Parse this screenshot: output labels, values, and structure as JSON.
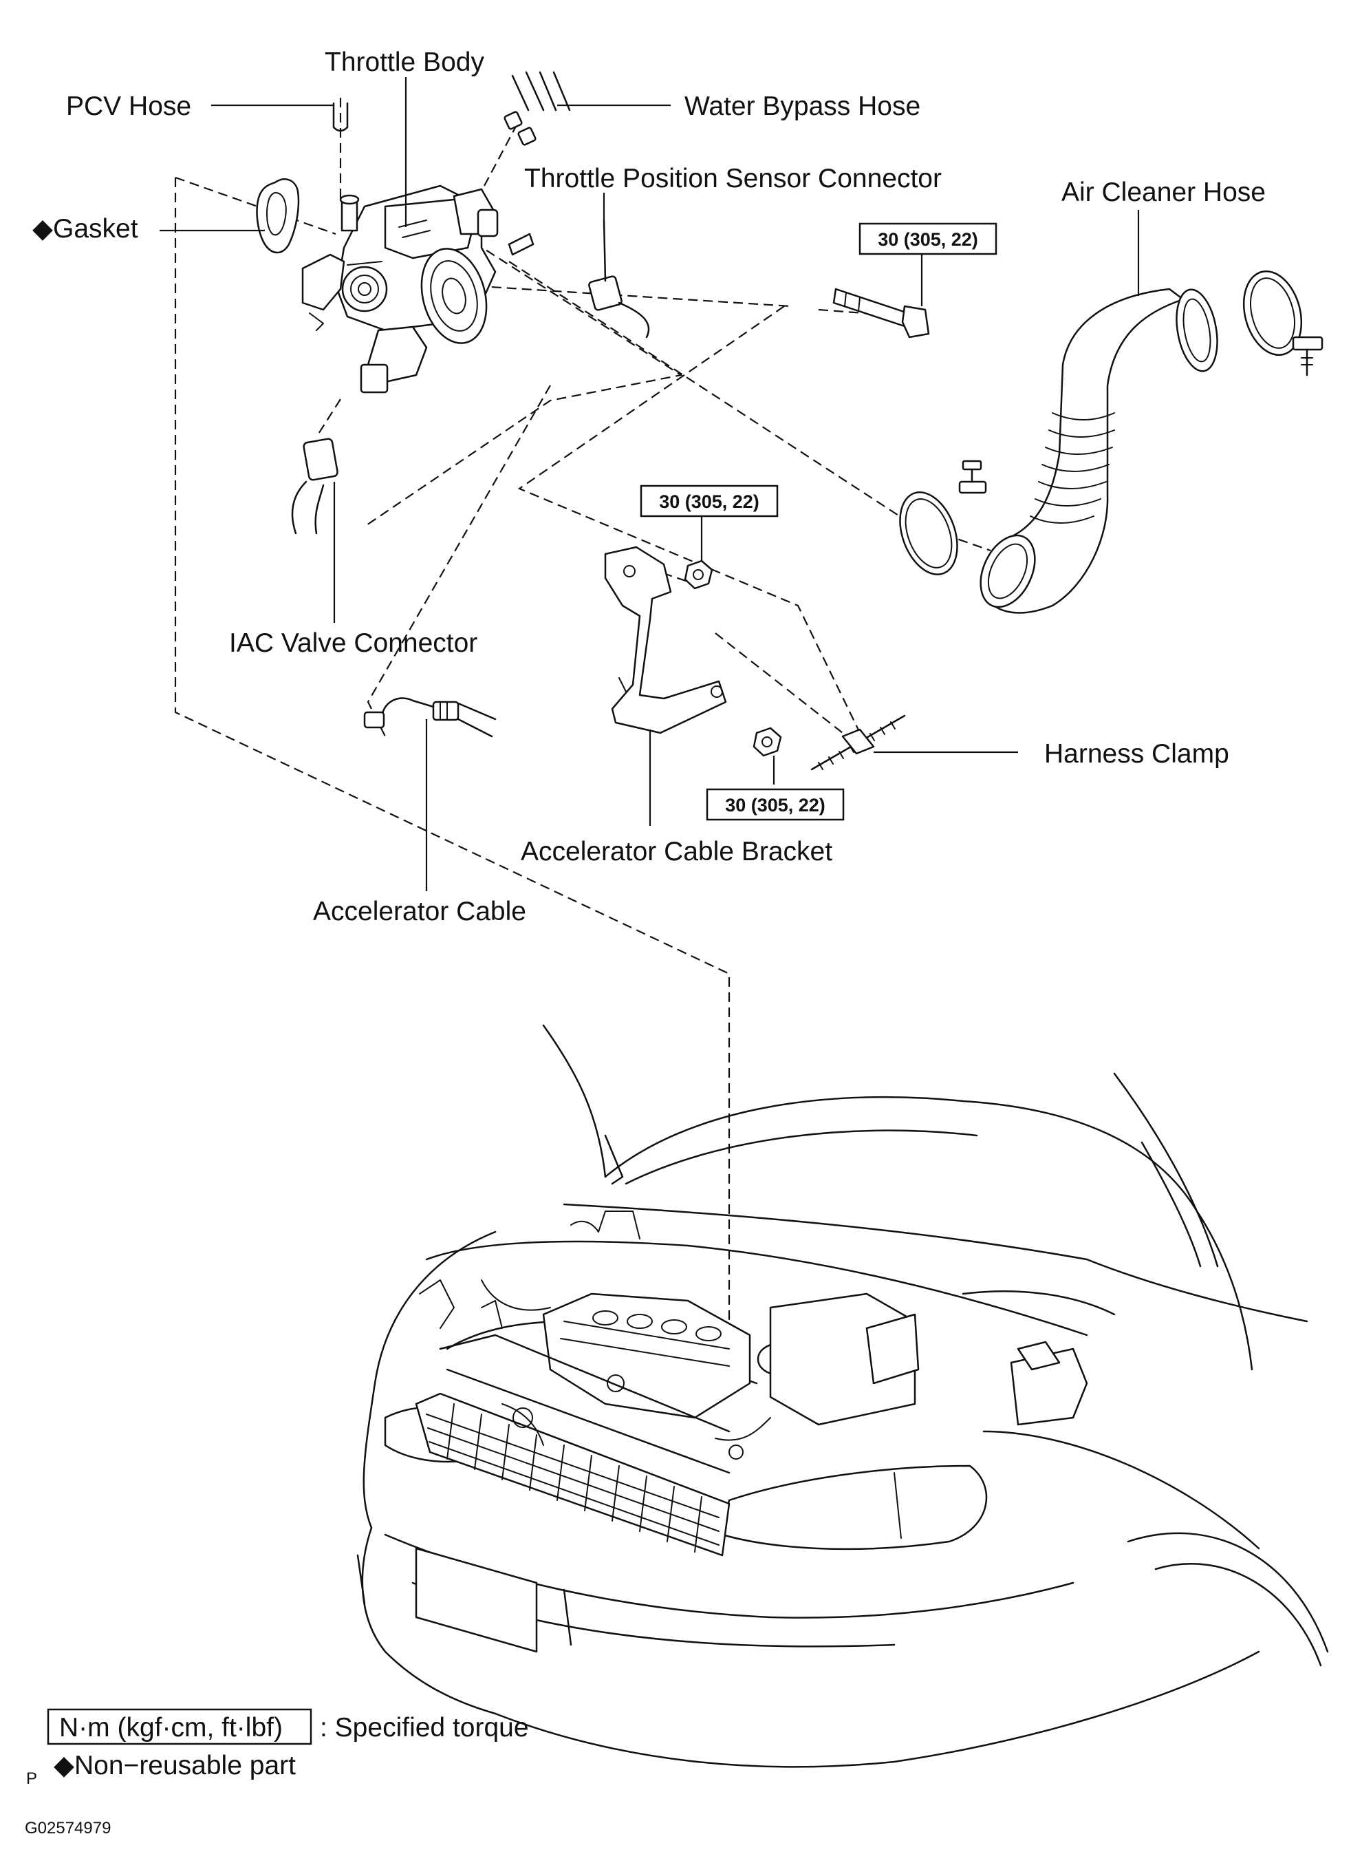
{
  "labels": {
    "throttle_body": "Throttle Body",
    "pcv_hose": "PCV Hose",
    "water_bypass_hose": "Water Bypass Hose",
    "tps_connector": "Throttle Position Sensor Connector",
    "gasket": "◆Gasket",
    "air_cleaner_hose": "Air Cleaner Hose",
    "iac_valve_connector": "IAC Valve Connector",
    "harness_clamp": "Harness Clamp",
    "accelerator_cable_bracket": "Accelerator Cable Bracket",
    "accelerator_cable": "Accelerator Cable"
  },
  "torque_specs": {
    "bolt": "30 (305, 22)",
    "bracket_nut_upper": "30 (305, 22)",
    "bracket_nut_lower": "30 (305, 22)"
  },
  "legend": {
    "torque_unit": "N·m (kgf·cm, ft·lbf)",
    "torque_desc": ": Specified torque",
    "non_reusable": "◆Non−reusable part"
  },
  "footer": {
    "page_marker": "P",
    "figure_id": "G02574979"
  }
}
